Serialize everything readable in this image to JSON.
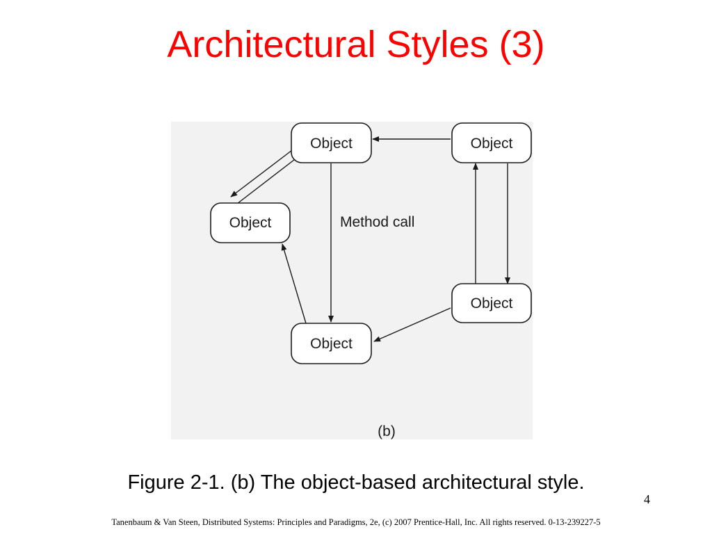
{
  "slide": {
    "title": "Architectural Styles (3)",
    "title_color": "#ff0000",
    "caption": "Figure 2-1. (b) The object-based architectural style.",
    "page_number": "4",
    "footer": "Tanenbaum & Van Steen, Distributed Systems: Principles and Paradigms, 2e, (c) 2007 Prentice-Hall, Inc. All rights reserved. 0-13-239227-5"
  },
  "diagram": {
    "panel_label": "(b)",
    "edge_label": "Method call",
    "nodes": [
      {
        "id": "top-center",
        "label": "Object"
      },
      {
        "id": "top-right",
        "label": "Object"
      },
      {
        "id": "middle-left",
        "label": "Object"
      },
      {
        "id": "middle-right",
        "label": "Object"
      },
      {
        "id": "bottom-center",
        "label": "Object"
      }
    ],
    "edges": [
      {
        "from": "top-right",
        "to": "top-center"
      },
      {
        "from": "top-center",
        "to": "middle-left"
      },
      {
        "from": "middle-left",
        "to": "top-center"
      },
      {
        "from": "top-center",
        "to": "bottom-center",
        "label": "Method call"
      },
      {
        "from": "bottom-center",
        "to": "middle-left"
      },
      {
        "from": "middle-right",
        "to": "bottom-center"
      },
      {
        "from": "middle-right",
        "to": "top-right"
      },
      {
        "from": "top-right",
        "to": "middle-right"
      }
    ]
  }
}
